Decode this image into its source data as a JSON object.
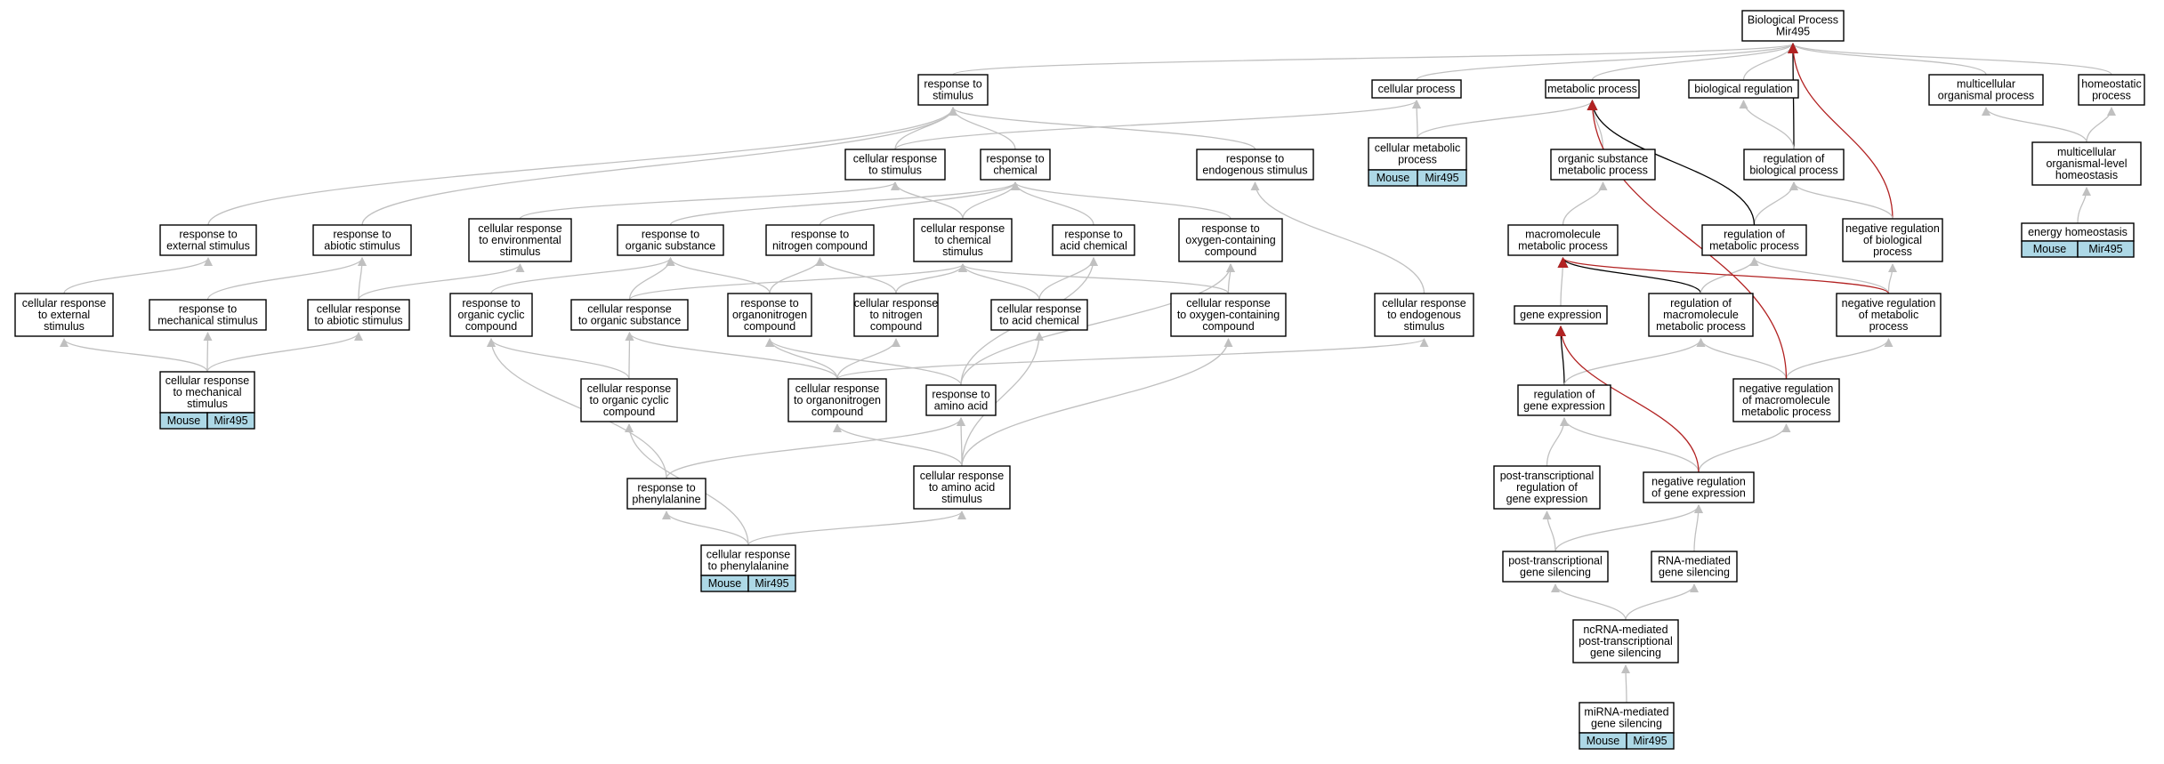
{
  "colors": {
    "gray": "#c0c0c0",
    "black": "#000000",
    "red": "#b22222",
    "tag": "#add8e6"
  },
  "tag_labels": [
    "Mouse",
    "Mir495"
  ],
  "nodes": {
    "bp": [
      "Biological Process",
      "Mir495"
    ],
    "rstim": [
      "response to",
      "stimulus"
    ],
    "cproc": [
      "cellular process"
    ],
    "metab": [
      "metabolic process"
    ],
    "breg": [
      "biological regulation"
    ],
    "mcorg": [
      "multicellular",
      "organismal process"
    ],
    "homeo": [
      "homeostatic",
      "process"
    ],
    "crstim": [
      "cellular response",
      "to stimulus"
    ],
    "rchem": [
      "response to",
      "chemical"
    ],
    "rendo": [
      "response to",
      "endogenous stimulus"
    ],
    "cmetab": [
      "cellular metabolic",
      "process"
    ],
    "osmetab": [
      "organic substance",
      "metabolic process"
    ],
    "regbp": [
      "regulation of",
      "biological process"
    ],
    "mclh": [
      "multicellular",
      "organismal-level",
      "homeostasis"
    ],
    "rext": [
      "response to",
      "external stimulus"
    ],
    "rabio": [
      "response to",
      "abiotic stimulus"
    ],
    "crenv": [
      "cellular response",
      "to environmental",
      "stimulus"
    ],
    "rorg": [
      "response to",
      "organic substance"
    ],
    "rnit": [
      "response to",
      "nitrogen compound"
    ],
    "crchem": [
      "cellular response",
      "to chemical",
      "stimulus"
    ],
    "racid": [
      "response to",
      "acid chemical"
    ],
    "roxy": [
      "response to",
      "oxygen-containing",
      "compound"
    ],
    "macmetab": [
      "macromolecule",
      "metabolic process"
    ],
    "regmetab": [
      "regulation of",
      "metabolic process"
    ],
    "negbp": [
      "negative regulation",
      "of biological",
      "process"
    ],
    "energy": [
      "energy homeostasis"
    ],
    "crext": [
      "cellular response",
      "to external",
      "stimulus"
    ],
    "rmech": [
      "response to",
      "mechanical stimulus"
    ],
    "crabio": [
      "cellular response",
      "to abiotic stimulus"
    ],
    "rcyc": [
      "response to",
      "organic cyclic",
      "compound"
    ],
    "crorg": [
      "cellular response",
      "to organic substance"
    ],
    "rorgn": [
      "response to",
      "organonitrogen",
      "compound"
    ],
    "crnit": [
      "cellular response",
      "to nitrogen",
      "compound"
    ],
    "cracid": [
      "cellular response",
      "to acid chemical"
    ],
    "croxy": [
      "cellular response",
      "to oxygen-containing",
      "compound"
    ],
    "crendo": [
      "cellular response",
      "to endogenous",
      "stimulus"
    ],
    "geneexp": [
      "gene expression"
    ],
    "regmac": [
      "regulation of",
      "macromolecule",
      "metabolic process"
    ],
    "negmetab": [
      "negative regulation",
      "of metabolic",
      "process"
    ],
    "crmech": [
      "cellular response",
      "to mechanical",
      "stimulus"
    ],
    "crcyc": [
      "cellular response",
      "to organic cyclic",
      "compound"
    ],
    "crorgn": [
      "cellular response",
      "to organonitrogen",
      "compound"
    ],
    "raa": [
      "response to",
      "amino acid"
    ],
    "reggene": [
      "regulation of",
      "gene expression"
    ],
    "negmac": [
      "negative regulation",
      "of macromolecule",
      "metabolic process"
    ],
    "rphe": [
      "response to",
      "phenylalanine"
    ],
    "craa": [
      "cellular response",
      "to amino acid",
      "stimulus"
    ],
    "ptreg": [
      "post-transcriptional",
      "regulation of",
      "gene expression"
    ],
    "neggene": [
      "negative regulation",
      "of gene expression"
    ],
    "crphe": [
      "cellular response",
      "to phenylalanine"
    ],
    "ptsil": [
      "post-transcriptional",
      "gene silencing"
    ],
    "rnasil": [
      "RNA-mediated",
      "gene silencing"
    ],
    "ncrna": [
      "ncRNA-mediated",
      "post-transcriptional",
      "gene silencing"
    ],
    "mirna": [
      "miRNA-mediated",
      "gene silencing"
    ]
  },
  "tagged": [
    "cmetab",
    "energy",
    "crmech",
    "crphe",
    "mirna"
  ],
  "edges": [
    [
      "rstim",
      "bp",
      "gray"
    ],
    [
      "cproc",
      "bp",
      "gray"
    ],
    [
      "metab",
      "bp",
      "gray"
    ],
    [
      "breg",
      "bp",
      "gray"
    ],
    [
      "mcorg",
      "bp",
      "gray"
    ],
    [
      "homeo",
      "bp",
      "gray"
    ],
    [
      "regbp",
      "bp",
      "black"
    ],
    [
      "negbp",
      "bp",
      "red"
    ],
    [
      "crstim",
      "rstim",
      "gray"
    ],
    [
      "rchem",
      "rstim",
      "gray"
    ],
    [
      "rendo",
      "rstim",
      "gray"
    ],
    [
      "crstim",
      "cproc",
      "gray"
    ],
    [
      "cmetab",
      "cproc",
      "gray"
    ],
    [
      "cmetab",
      "metab",
      "gray"
    ],
    [
      "osmetab",
      "metab",
      "gray"
    ],
    [
      "regbp",
      "breg",
      "gray"
    ],
    [
      "mclh",
      "mcorg",
      "gray"
    ],
    [
      "mclh",
      "homeo",
      "gray"
    ],
    [
      "rext",
      "rstim",
      "gray"
    ],
    [
      "rabio",
      "rstim",
      "gray"
    ],
    [
      "crenv",
      "crstim",
      "gray"
    ],
    [
      "crchem",
      "crstim",
      "gray"
    ],
    [
      "crchem",
      "rchem",
      "gray"
    ],
    [
      "rorg",
      "rchem",
      "gray"
    ],
    [
      "rnit",
      "rchem",
      "gray"
    ],
    [
      "racid",
      "rchem",
      "gray"
    ],
    [
      "roxy",
      "rchem",
      "gray"
    ],
    [
      "macmetab",
      "osmetab",
      "gray"
    ],
    [
      "regmetab",
      "regbp",
      "gray"
    ],
    [
      "regmetab",
      "metab",
      "black"
    ],
    [
      "negbp",
      "regbp",
      "gray"
    ],
    [
      "energy",
      "mclh",
      "gray"
    ],
    [
      "crext",
      "rext",
      "gray"
    ],
    [
      "rmech",
      "rabio",
      "gray"
    ],
    [
      "crabio",
      "rabio",
      "gray"
    ],
    [
      "crabio",
      "crenv",
      "gray"
    ],
    [
      "rcyc",
      "rorg",
      "gray"
    ],
    [
      "crorg",
      "rorg",
      "gray"
    ],
    [
      "crorg",
      "crchem",
      "gray"
    ],
    [
      "rorgn",
      "rorg",
      "gray"
    ],
    [
      "rorgn",
      "rnit",
      "gray"
    ],
    [
      "crnit",
      "rnit",
      "gray"
    ],
    [
      "crnit",
      "crchem",
      "gray"
    ],
    [
      "cracid",
      "racid",
      "gray"
    ],
    [
      "cracid",
      "crchem",
      "gray"
    ],
    [
      "croxy",
      "roxy",
      "gray"
    ],
    [
      "croxy",
      "crchem",
      "gray"
    ],
    [
      "crendo",
      "rendo",
      "gray"
    ],
    [
      "geneexp",
      "macmetab",
      "gray"
    ],
    [
      "regmac",
      "macmetab",
      "black"
    ],
    [
      "regmac",
      "regmetab",
      "gray"
    ],
    [
      "negmetab",
      "regmetab",
      "gray"
    ],
    [
      "negmetab",
      "negbp",
      "gray"
    ],
    [
      "negmetab",
      "macmetab",
      "red"
    ],
    [
      "crmech",
      "crext",
      "gray"
    ],
    [
      "crmech",
      "rmech",
      "gray"
    ],
    [
      "crmech",
      "crabio",
      "gray"
    ],
    [
      "crcyc",
      "rcyc",
      "gray"
    ],
    [
      "crcyc",
      "crorg",
      "gray"
    ],
    [
      "crorgn",
      "crnit",
      "gray"
    ],
    [
      "crorgn",
      "rorgn",
      "gray"
    ],
    [
      "crorgn",
      "crorg",
      "gray"
    ],
    [
      "crorgn",
      "crendo",
      "gray"
    ],
    [
      "raa",
      "rorgn",
      "gray"
    ],
    [
      "raa",
      "racid",
      "gray"
    ],
    [
      "raa",
      "roxy",
      "gray"
    ],
    [
      "reggene",
      "geneexp",
      "black"
    ],
    [
      "reggene",
      "regmac",
      "gray"
    ],
    [
      "negmac",
      "regmac",
      "gray"
    ],
    [
      "negmac",
      "negmetab",
      "gray"
    ],
    [
      "negmac",
      "metab",
      "red"
    ],
    [
      "rphe",
      "rcyc",
      "gray"
    ],
    [
      "rphe",
      "raa",
      "gray"
    ],
    [
      "craa",
      "raa",
      "gray"
    ],
    [
      "craa",
      "crorgn",
      "gray"
    ],
    [
      "craa",
      "cracid",
      "gray"
    ],
    [
      "craa",
      "croxy",
      "gray"
    ],
    [
      "ptreg",
      "reggene",
      "gray"
    ],
    [
      "neggene",
      "reggene",
      "gray"
    ],
    [
      "neggene",
      "negmac",
      "gray"
    ],
    [
      "neggene",
      "geneexp",
      "red"
    ],
    [
      "crphe",
      "rphe",
      "gray"
    ],
    [
      "crphe",
      "crcyc",
      "gray"
    ],
    [
      "crphe",
      "craa",
      "gray"
    ],
    [
      "ptsil",
      "ptreg",
      "gray"
    ],
    [
      "ptsil",
      "neggene",
      "gray"
    ],
    [
      "rnasil",
      "neggene",
      "gray"
    ],
    [
      "ncrna",
      "ptsil",
      "gray"
    ],
    [
      "ncrna",
      "rnasil",
      "gray"
    ],
    [
      "mirna",
      "ncrna",
      "gray"
    ]
  ]
}
